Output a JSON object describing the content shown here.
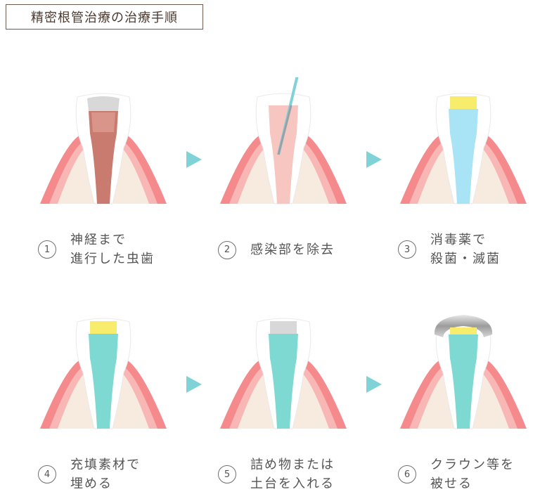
{
  "title": "精密根管治療の治療手順",
  "colors": {
    "gum": "#f58a8c",
    "gum_light": "#f8b6b4",
    "bone": "#f7eadf",
    "enamel": "#ffffff",
    "nerve_infected": "#c97b6f",
    "decay": "#d8d8d8",
    "disinfect": "#a9e3f6",
    "filling": "#7dd9d2",
    "yellow": "#f8ec6c",
    "crown": "#c8c8c8",
    "arrow": "#7fd3d6"
  },
  "steps": [
    {
      "number": "1",
      "lines": [
        "神経まで",
        "進行した虫歯"
      ]
    },
    {
      "number": "2",
      "lines": [
        "感染部を除去"
      ]
    },
    {
      "number": "3",
      "lines": [
        "消毒薬で",
        "殺菌・滅菌"
      ]
    },
    {
      "number": "4",
      "lines": [
        "充填素材で",
        "埋める"
      ]
    },
    {
      "number": "5",
      "lines": [
        "詰め物または",
        "土台を入れる"
      ]
    },
    {
      "number": "6",
      "lines": [
        "クラウン等を",
        "被せる"
      ]
    }
  ]
}
